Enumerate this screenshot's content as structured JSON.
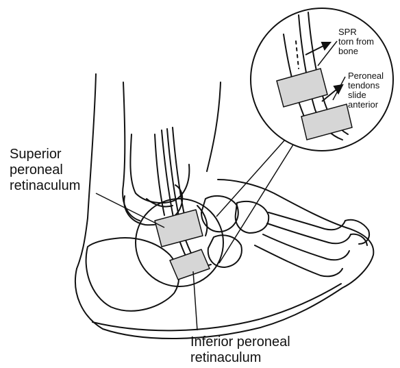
{
  "labels": {
    "superior": "Superior\nperoneal\nretinaculum",
    "inferior": "Inferior peroneal\nretinaculum",
    "spr_torn": "SPR\ntorn from\nbone",
    "tendons_slide": "Peroneal\ntendons\nslide\nanterior"
  },
  "colors": {
    "ink": "#111111",
    "band_fill": "#d6d6d6",
    "background": "#ffffff"
  }
}
